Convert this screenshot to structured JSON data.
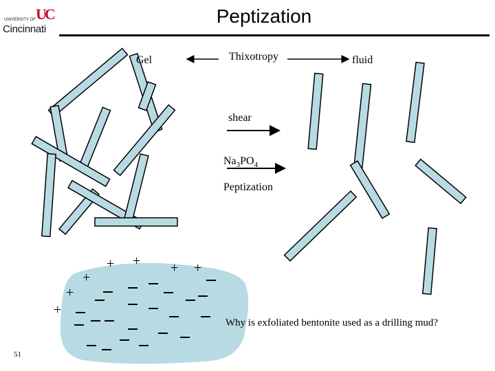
{
  "logo": {
    "mark": "UC",
    "small_text": "UNIVERSITY OF",
    "main_text": "Cincinnati"
  },
  "slide": {
    "title": "Peptization",
    "slide_number": "51"
  },
  "labels": {
    "gel": "Gel",
    "thixotropy": "Thixotropy",
    "fluid": "fluid",
    "shear": "shear",
    "na_base": "Na",
    "na_sub1": "3",
    "na_mid": "PO",
    "na_sub2": "4",
    "peptization": "Peptization",
    "question": "Why is exfoliated bentonite used as a drilling mud?"
  },
  "particle": {
    "plus_sign": "+",
    "minus_sign": "–"
  },
  "colors": {
    "platelet_fill": "#b8dbe3",
    "platelet_stroke": "#000000",
    "particle_fill": "#b8dbe3"
  }
}
